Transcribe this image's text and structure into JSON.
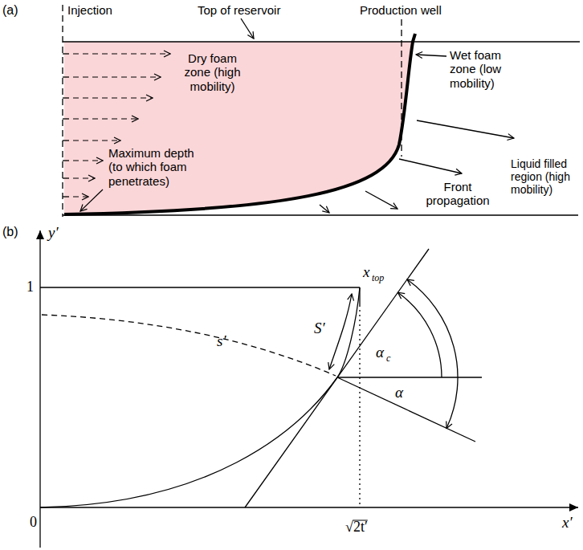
{
  "diagram": {
    "nodes": [
      {
        "text": [
          "Dry foam zone (high mobility)",
          "Maximum depth (to which foam penetrates)"
        ]
      }
    ],
    "labels": [
      "(a)",
      "Injection",
      "Top of reservoir",
      "Production well",
      "Wet foam zone (low mobility)",
      "Liquid filled region (high mobility)",
      "Front propagation",
      "(b)",
      "y′",
      "1",
      "x",
      "top",
      "s′",
      "S′",
      "α",
      "c",
      "α",
      "0",
      "√2t′",
      "x′"
    ]
  }
}
